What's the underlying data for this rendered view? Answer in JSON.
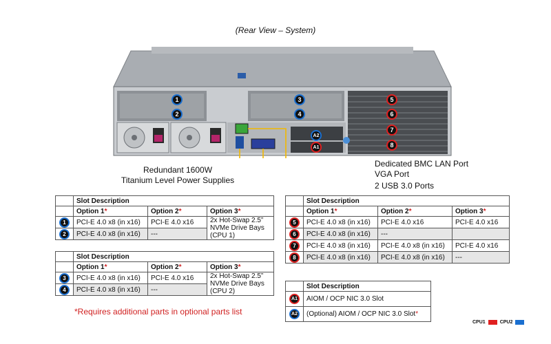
{
  "title": "(Rear View – System)",
  "colors": {
    "cpu1": "#e02020",
    "cpu2": "#1a6fd0",
    "callout_line": "#f2b800",
    "gray_row": "#e6e6e6"
  },
  "badges": {
    "b1": "1",
    "b2": "2",
    "b3": "3",
    "b4": "4",
    "b5": "5",
    "b6": "6",
    "b7": "7",
    "b8": "8",
    "a1": "A1",
    "a2": "A2"
  },
  "callouts": {
    "bmc": "Dedicated BMC LAN Port",
    "vga": "VGA Port",
    "usb": "2 USB 3.0 Ports"
  },
  "psu_label": {
    "line1": "Redundant  1600W",
    "line2": "Titanium Level Power Supplies"
  },
  "table1": {
    "section": "Slot Description",
    "headers": [
      "Option 1",
      "Option 2",
      "Option 3"
    ],
    "rows": [
      {
        "badge": "1",
        "opt1": "PCI-E 4.0 x8 (in x16)",
        "opt2": "PCI-E 4.0 x16",
        "opt3": "2x Hot-Swap 2.5” NVMe Drive Bays (CPU 1)"
      },
      {
        "badge": "2",
        "opt1": "PCI-E 4.0 x8 (in x16)",
        "opt2": "---"
      }
    ]
  },
  "table2": {
    "section": "Slot Description",
    "headers": [
      "Option 1",
      "Option 2",
      "Option 3"
    ],
    "rows": [
      {
        "badge": "3",
        "opt1": "PCI-E 4.0 x8 (in x16)",
        "opt2": "PCI-E 4.0 x16",
        "opt3": "2x Hot-Swap 2.5” NVMe Drive Bays (CPU 2)"
      },
      {
        "badge": "4",
        "opt1": "PCI-E 4.0 x8 (in x16)",
        "opt2": "---"
      }
    ]
  },
  "table3": {
    "section": "Slot Description",
    "headers": [
      "Option 1",
      "Option 2",
      "Option 3"
    ],
    "rows": [
      {
        "badge": "5",
        "opt1": "PCI-E 4.0 x8 (in x16)",
        "opt2": "PCI-E 4.0 x16",
        "opt3": "PCI-E 4.0 x16"
      },
      {
        "badge": "6",
        "opt1": "PCI-E 4.0 x8 (in x16)",
        "opt2": "---",
        "opt3": ""
      },
      {
        "badge": "7",
        "opt1": "PCI-E 4.0 x8 (in x16)",
        "opt2": "PCI-E 4.0 x8 (in x16)",
        "opt3": "PCI-E 4.0 x16"
      },
      {
        "badge": "8",
        "opt1": "PCI-E 4.0 x8 (in x16)",
        "opt2": "PCI-E 4.0 x8 (in x16)",
        "opt3": "---"
      }
    ]
  },
  "table4": {
    "section": "Slot Description",
    "rows": [
      {
        "badge": "A1",
        "desc": "AIOM / OCP NIC  3.0 Slot"
      },
      {
        "badge": "A2",
        "desc": "(Optional)  AIOM / OCP NIC  3.0 Slot"
      }
    ]
  },
  "star": "*",
  "note": "*Requires additional parts in optional parts list",
  "legend": {
    "cpu1": "CPU1",
    "cpu2": "CPU2"
  }
}
